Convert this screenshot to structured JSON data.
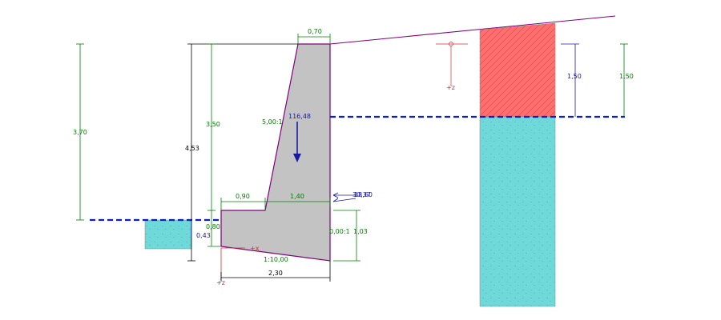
{
  "colors": {
    "wall_fill": "#c3c3c3",
    "wall_stroke": "#800080",
    "water_fill": "#6fd8d8",
    "soil_dry_fill": "#ff6f6f",
    "water_line": "#0b1fc4",
    "dim_green": "#008000",
    "dim_black": "#000000",
    "force_blue": "#1a1aa0",
    "axis_red": "#cc3333"
  },
  "labels": {
    "top_width": "0,70",
    "h_left_total": "3,70",
    "h_wall": "4,53",
    "h_stem": "3,50",
    "batter": "5,00:1",
    "weight_force": "116,48",
    "heel_left": "0,90",
    "heel_right": "1,40",
    "toe_height": "0,80",
    "water_depth_left": "0,43",
    "back_slope": "0,00:1",
    "base_height": "1,03",
    "base_slope": "1:10,00",
    "base_width": "2,30",
    "earth_force_a": "30,37",
    "earth_force_b": "18,60",
    "dry_depth_a": "1,50",
    "dry_depth_b": "1,50",
    "axis_x": "+x",
    "axis_z": "+z",
    "axis_z2": "+z"
  }
}
